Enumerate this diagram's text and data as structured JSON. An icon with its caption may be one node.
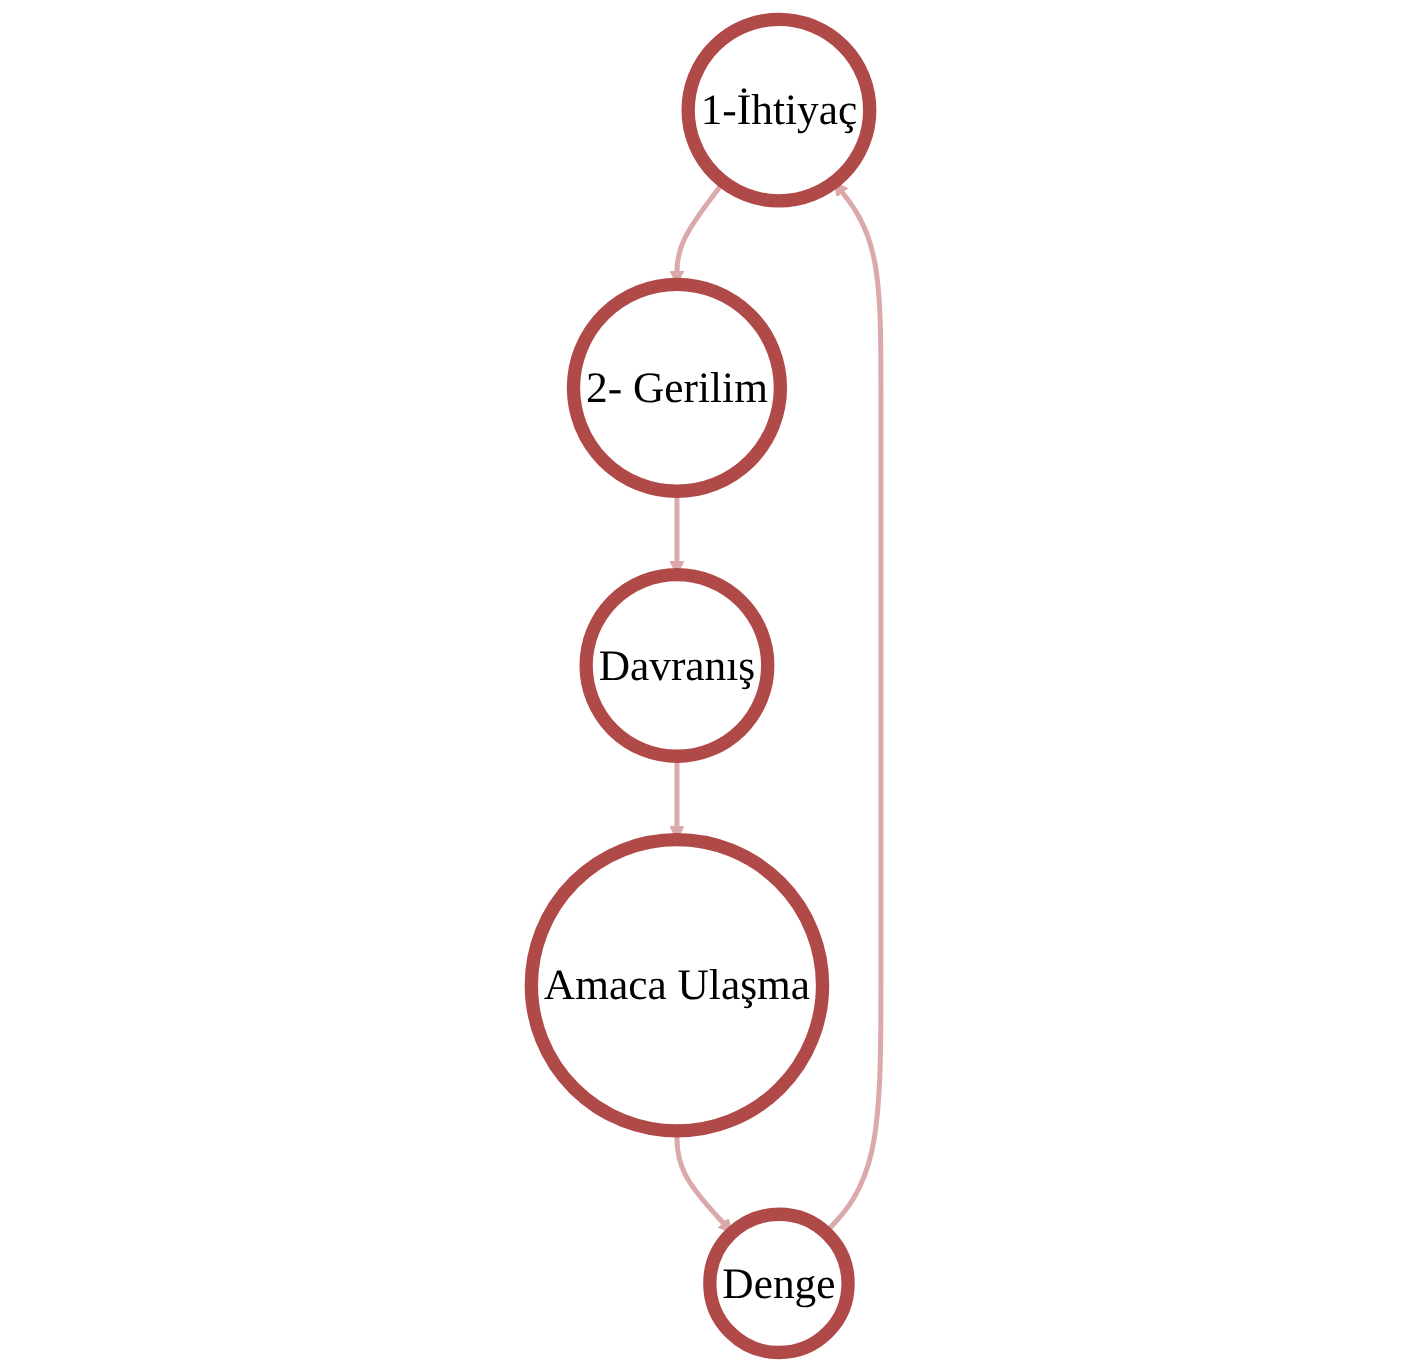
{
  "diagram": {
    "nodes": [
      {
        "text": [
          "1-İhtiyaç"
        ]
      },
      {
        "text": [
          "2- Gerilim"
        ]
      },
      {
        "text": [
          "Davranış"
        ]
      },
      {
        "text": [
          "Amaca Ulaşma"
        ]
      },
      {
        "text": [
          "Denge"
        ]
      }
    ],
    "edges": [
      {
        "from": 0,
        "to": 1,
        "arrow": "to"
      },
      {
        "from": 1,
        "to": 2,
        "arrow": "to"
      },
      {
        "from": 2,
        "to": 3,
        "arrow": "to"
      },
      {
        "from": 3,
        "to": 4,
        "arrow": "to"
      },
      {
        "from": 4,
        "to": 0,
        "arrow": "to"
      }
    ]
  }
}
